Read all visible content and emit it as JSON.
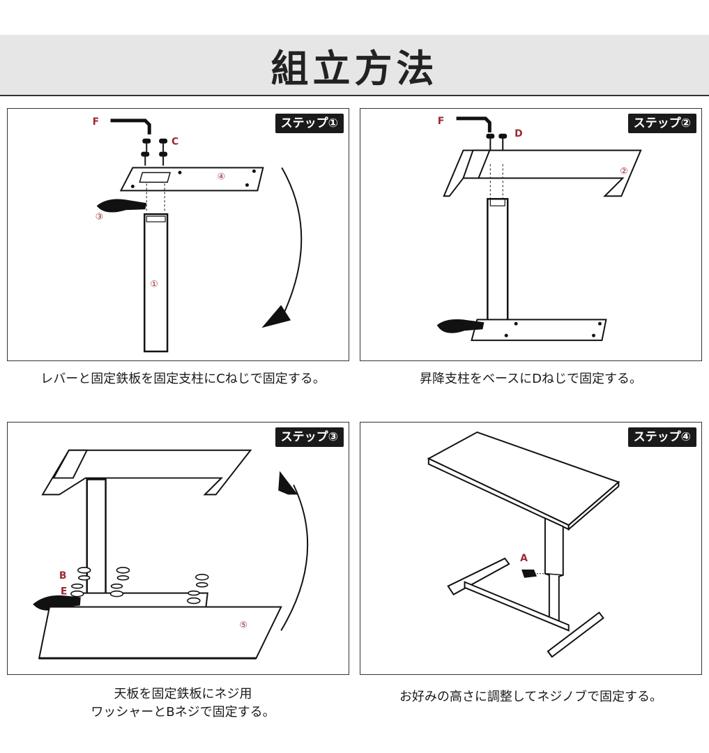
{
  "title": "組立方法",
  "steps": [
    {
      "badge": "ステップ①",
      "caption": "レバーと固定鉄板を固定支柱にCねじで固定する。",
      "labels": {
        "wrench": "F",
        "screws": "C",
        "post": "①",
        "plate": "④",
        "lever": "③"
      }
    },
    {
      "badge": "ステップ②",
      "caption": "昇降支柱をベースにDねじで固定する。",
      "labels": {
        "wrench": "F",
        "screws": "D",
        "base": "②"
      }
    },
    {
      "badge": "ステップ③",
      "caption_line1": "天板を固定鉄板にネジ用",
      "caption_line2": "ワッシャーとBネジで固定する。",
      "labels": {
        "screws": "B",
        "washers": "E",
        "board": "⑤"
      }
    },
    {
      "badge": "ステップ④",
      "caption": "お好みの高さに調整してネジノブで固定する。",
      "labels": {
        "knob": "A"
      }
    }
  ]
}
